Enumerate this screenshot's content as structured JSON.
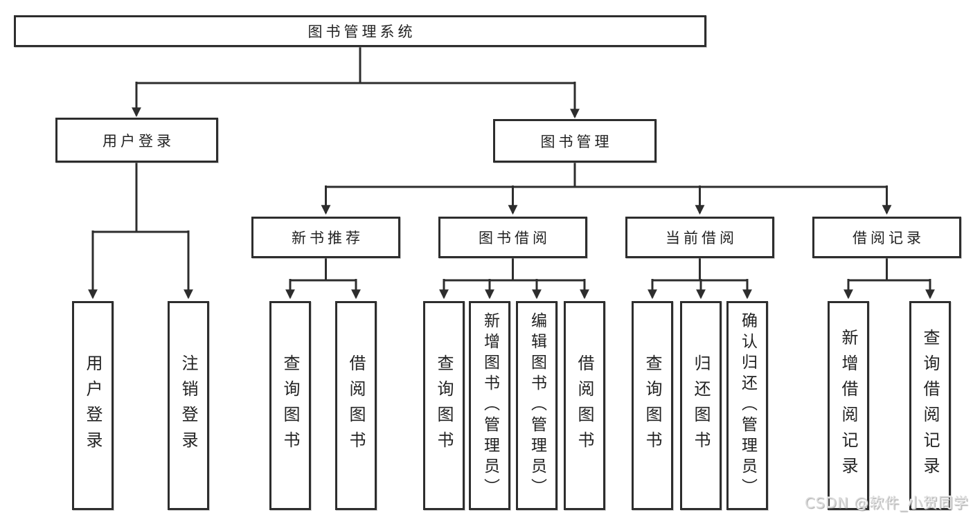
{
  "colors": {
    "line": "#2d2d2d",
    "background": "#ffffff",
    "watermark_text": "#d9d9d9"
  },
  "watermark": {
    "text": "CSDN @软件_小贺同学"
  },
  "diagram": {
    "root": {
      "label": "图书管理系统"
    },
    "branches": [
      {
        "label": "用户登录",
        "children": [
          {
            "label": "用户登录"
          },
          {
            "label": "注销登录"
          }
        ]
      },
      {
        "label": "图书管理",
        "children": [
          {
            "label": "新书推荐",
            "children": [
              {
                "label": "查询图书"
              },
              {
                "label": "借阅图书"
              }
            ]
          },
          {
            "label": "图书借阅",
            "children": [
              {
                "label": "查询图书"
              },
              {
                "label": "新增图书（管理员）"
              },
              {
                "label": "编辑图书（管理员）"
              },
              {
                "label": "借阅图书"
              }
            ]
          },
          {
            "label": "当前借阅",
            "children": [
              {
                "label": "查询图书"
              },
              {
                "label": "归还图书"
              },
              {
                "label": "确认归还（管理员）"
              }
            ]
          },
          {
            "label": "借阅记录",
            "children": [
              {
                "label": "新增借阅记录"
              },
              {
                "label": "查询借阅记录"
              }
            ]
          }
        ]
      }
    ]
  }
}
